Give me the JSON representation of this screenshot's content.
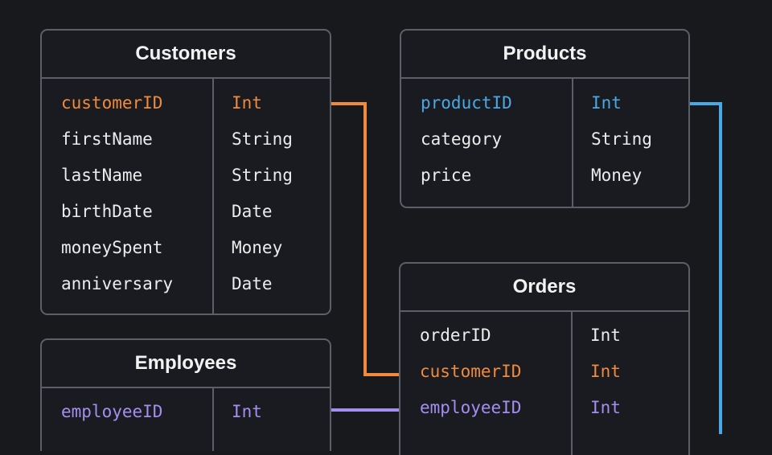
{
  "colors": {
    "customer_link": "#f08a3c",
    "product_link": "#4aa8e6",
    "employee_link": "#a48ef0",
    "border": "#5c5f66",
    "background": "#18191d"
  },
  "tables": {
    "customers": {
      "title": "Customers",
      "fields": [
        {
          "name": "customerID",
          "type": "Int"
        },
        {
          "name": "firstName",
          "type": "String"
        },
        {
          "name": "lastName",
          "type": "String"
        },
        {
          "name": "birthDate",
          "type": "Date"
        },
        {
          "name": "moneySpent",
          "type": "Money"
        },
        {
          "name": "anniversary",
          "type": "Date"
        }
      ]
    },
    "products": {
      "title": "Products",
      "fields": [
        {
          "name": "productID",
          "type": "Int"
        },
        {
          "name": "category",
          "type": "String"
        },
        {
          "name": "price",
          "type": "Money"
        }
      ]
    },
    "orders": {
      "title": "Orders",
      "fields": [
        {
          "name": "orderID",
          "type": "Int"
        },
        {
          "name": "customerID",
          "type": "Int"
        },
        {
          "name": "employeeID",
          "type": "Int"
        }
      ]
    },
    "employees": {
      "title": "Employees",
      "fields": [
        {
          "name": "employeeID",
          "type": "Int"
        }
      ]
    }
  }
}
